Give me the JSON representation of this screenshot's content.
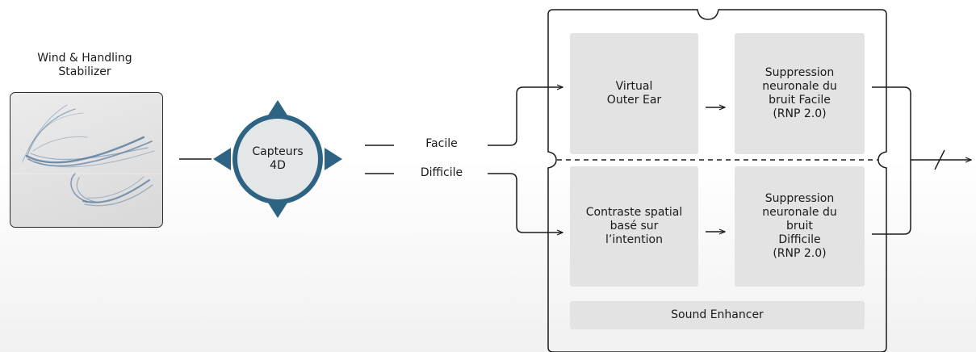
{
  "wind_stabilizer": {
    "title_line1": "Wind & Handling",
    "title_line2": "Stabilizer",
    "graphic": "wind-swirl-image"
  },
  "sensors": {
    "line1": "Capteurs",
    "line2": "4D"
  },
  "paths": {
    "easy": "Facile",
    "difficult": "Difficile"
  },
  "blocks": {
    "virtual_outer_ear": {
      "line1": "Virtual",
      "line2": "Outer Ear"
    },
    "noise_easy": {
      "line1": "Suppression",
      "line2": "neuronale du",
      "line3": "bruit Facile",
      "line4": "(RNP 2.0)"
    },
    "spatial_contrast": {
      "line1": "Contraste spatial",
      "line2": "basé sur",
      "line3": "l’intention"
    },
    "noise_difficult": {
      "line1": "Suppression",
      "line2": "neuronale du",
      "line3": "bruit",
      "line4": "Difficile",
      "line5": "(RNP 2.0)"
    },
    "sound_enhancer": {
      "label": "Sound Enhancer"
    }
  },
  "colors": {
    "sensor_blue": "#2d6383",
    "sensor_light": "#e4e7e8",
    "block_gray": "#e3e3e3",
    "line": "#1a1a1a"
  }
}
